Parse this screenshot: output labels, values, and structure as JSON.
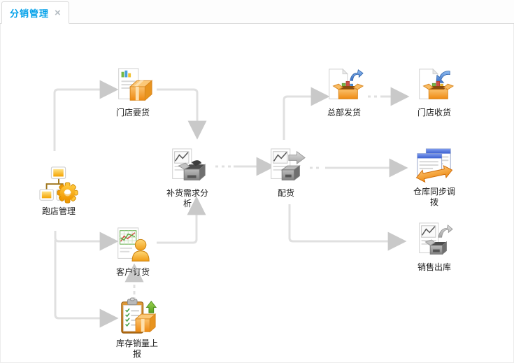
{
  "tab_bar": {
    "tabs": [
      {
        "label": "分销管理",
        "close": "×",
        "active": true
      }
    ]
  },
  "colors": {
    "tab_active_text": "#00a0e9",
    "connector_line": "#e0e0e0",
    "connector_arrowhead": "#c9c9c9",
    "node_label_text": "#1b1b1b"
  },
  "diagram": {
    "nodes": [
      {
        "id": "run-store-management",
        "label": "跑店管理",
        "icon": "org-chart-gear-icon"
      },
      {
        "id": "store-requisition",
        "label": "门店要货",
        "icon": "doc-package-icon"
      },
      {
        "id": "replenishment-analysis",
        "label": "补货需求分析",
        "icon": "chart-doc-open-box-icon"
      },
      {
        "id": "distribution",
        "label": "配货",
        "icon": "chart-doc-box-arrow-right-icon"
      },
      {
        "id": "hq-shipment",
        "label": "总部发货",
        "icon": "doc-open-box-arrow-out-icon"
      },
      {
        "id": "store-receiving",
        "label": "门店收货",
        "icon": "doc-open-box-arrow-in-icon"
      },
      {
        "id": "warehouse-sync-transfer",
        "label": "仓库同步调拨",
        "icon": "tables-sync-arrow-icon"
      },
      {
        "id": "sales-outbound",
        "label": "销售出库",
        "icon": "chart-doc-box-arrow-up-icon"
      },
      {
        "id": "customer-order",
        "label": "客户订货",
        "icon": "chart-doc-person-icon"
      },
      {
        "id": "inventory-sales-report",
        "label": "库存销量上报",
        "icon": "clipboard-box-up-arrow-icon"
      }
    ],
    "edges": [
      {
        "from": "run-store-management",
        "to": "store-requisition",
        "style": "solid"
      },
      {
        "from": "run-store-management",
        "to": "customer-order",
        "style": "solid"
      },
      {
        "from": "run-store-management",
        "to": "inventory-sales-report",
        "style": "solid"
      },
      {
        "from": "store-requisition",
        "to": "replenishment-analysis",
        "style": "solid"
      },
      {
        "from": "customer-order",
        "to": "replenishment-analysis",
        "style": "solid"
      },
      {
        "from": "inventory-sales-report",
        "to": "customer-order",
        "style": "dashed"
      },
      {
        "from": "replenishment-analysis",
        "to": "distribution",
        "style": "dashed-solid"
      },
      {
        "from": "distribution",
        "to": "hq-shipment",
        "style": "solid"
      },
      {
        "from": "hq-shipment",
        "to": "store-receiving",
        "style": "dashed-solid"
      },
      {
        "from": "distribution",
        "to": "warehouse-sync-transfer",
        "style": "dashed-solid"
      },
      {
        "from": "distribution",
        "to": "sales-outbound",
        "style": "solid"
      }
    ]
  }
}
